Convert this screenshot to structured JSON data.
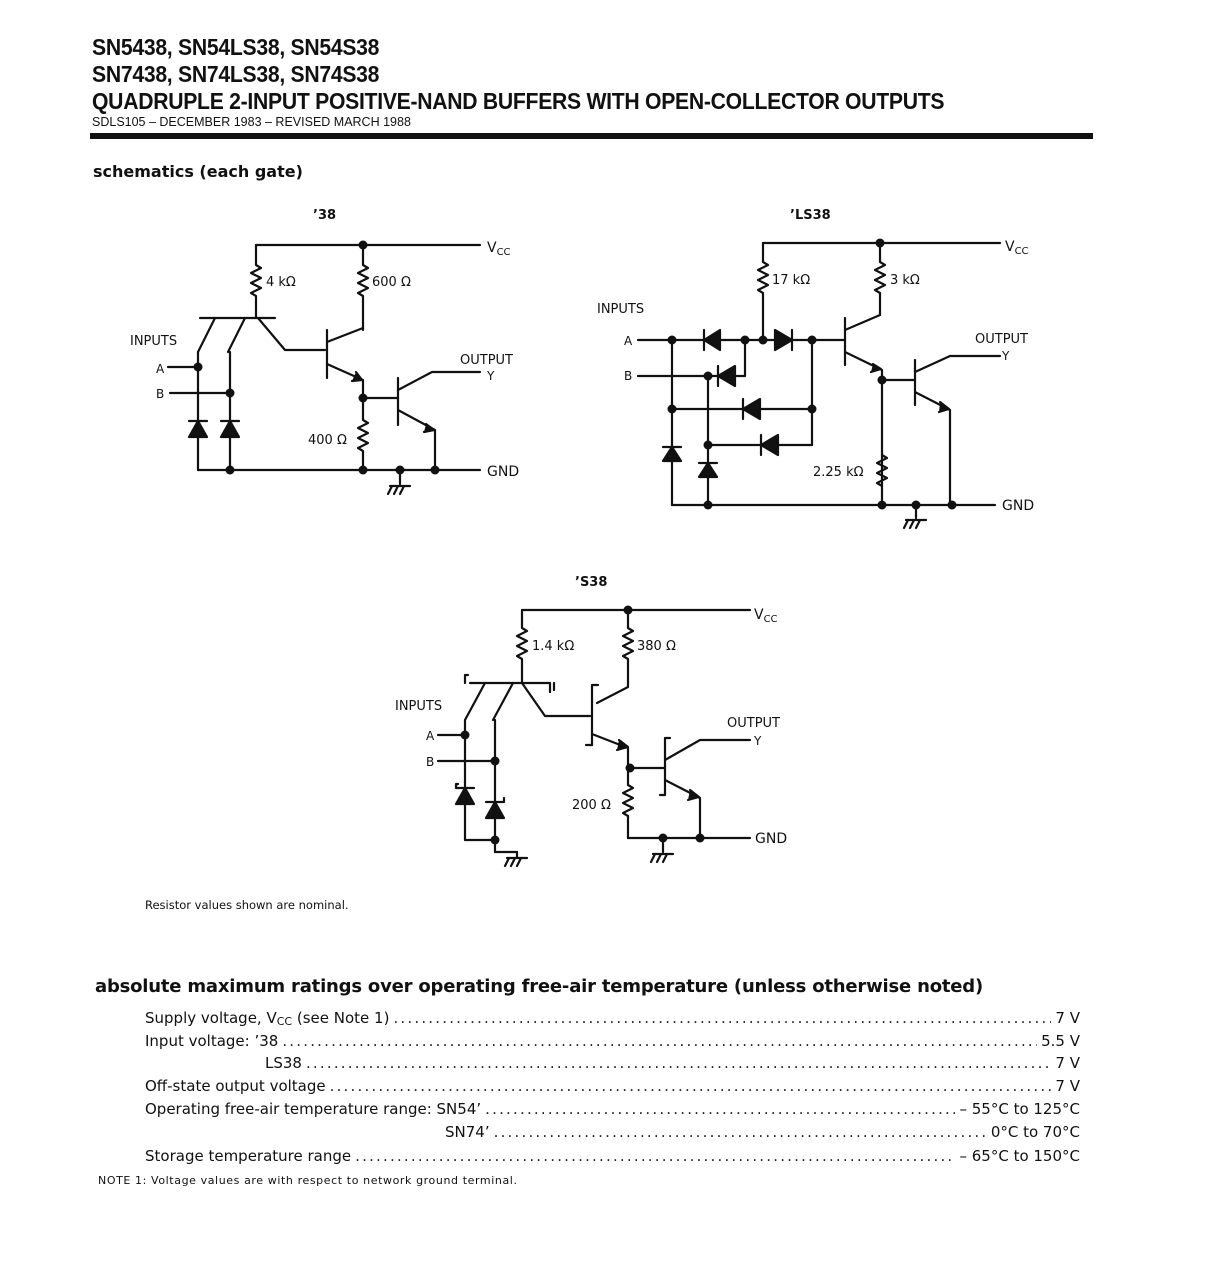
{
  "header": {
    "line1": "SN5438, SN54LS38, SN54S38",
    "line2": "SN7438, SN74LS38, SN74S38",
    "line3": "QUADRUPLE 2-INPUT POSITIVE-NAND BUFFERS WITH OPEN-COLLECTOR OUTPUTS",
    "doc_id": "SDLS105 – DECEMBER 1983 – REVISED MARCH 1988"
  },
  "schematics": {
    "heading": "schematics (each gate)",
    "g38": {
      "title": "’38",
      "r1": "4 kΩ",
      "r2": "600 Ω",
      "r3": "400 Ω",
      "inputs": "INPUTS",
      "a": "A",
      "b": "B",
      "output": "OUTPUT",
      "y": "Y",
      "vcc": "V",
      "vcc_sub": "CC",
      "gnd": "GND"
    },
    "gls38": {
      "title": "’LS38",
      "r1": "17 kΩ",
      "r2": "3 kΩ",
      "r3": "2.25 kΩ",
      "inputs": "INPUTS",
      "a": "A",
      "b": "B",
      "output": "OUTPUT",
      "y": "Y",
      "vcc": "V",
      "vcc_sub": "CC",
      "gnd": "GND"
    },
    "gs38": {
      "title": "’S38",
      "r1": "1.4 kΩ",
      "r2": "380 Ω",
      "r3": "200 Ω",
      "inputs": "INPUTS",
      "a": "A",
      "b": "B",
      "output": "OUTPUT",
      "y": "Y",
      "vcc": "V",
      "vcc_sub": "CC",
      "gnd": "GND"
    },
    "footnote": "Resistor values shown are nominal."
  },
  "ratings": {
    "heading": "absolute maximum ratings over operating free-air temperature (unless otherwise noted)",
    "rows": [
      {
        "label": "Supply voltage, V",
        "label_sub": "CC",
        "label_tail": " (see Note 1)",
        "value": "7 V"
      },
      {
        "label": "Input voltage:  ’38",
        "value": "5.5 V"
      },
      {
        "label": "LS38",
        "value": "7 V"
      },
      {
        "label": "Off-state output voltage",
        "value": "7 V"
      },
      {
        "label": "Operating free-air temperature range:  SN54’",
        "value": "– 55°C to 125°C"
      },
      {
        "label": "SN74’",
        "value": "0°C to 70°C"
      },
      {
        "label": "Storage temperature range",
        "value": "– 65°C to 150°C"
      }
    ],
    "note": "NOTE 1:  Voltage values are with respect to network ground terminal."
  }
}
